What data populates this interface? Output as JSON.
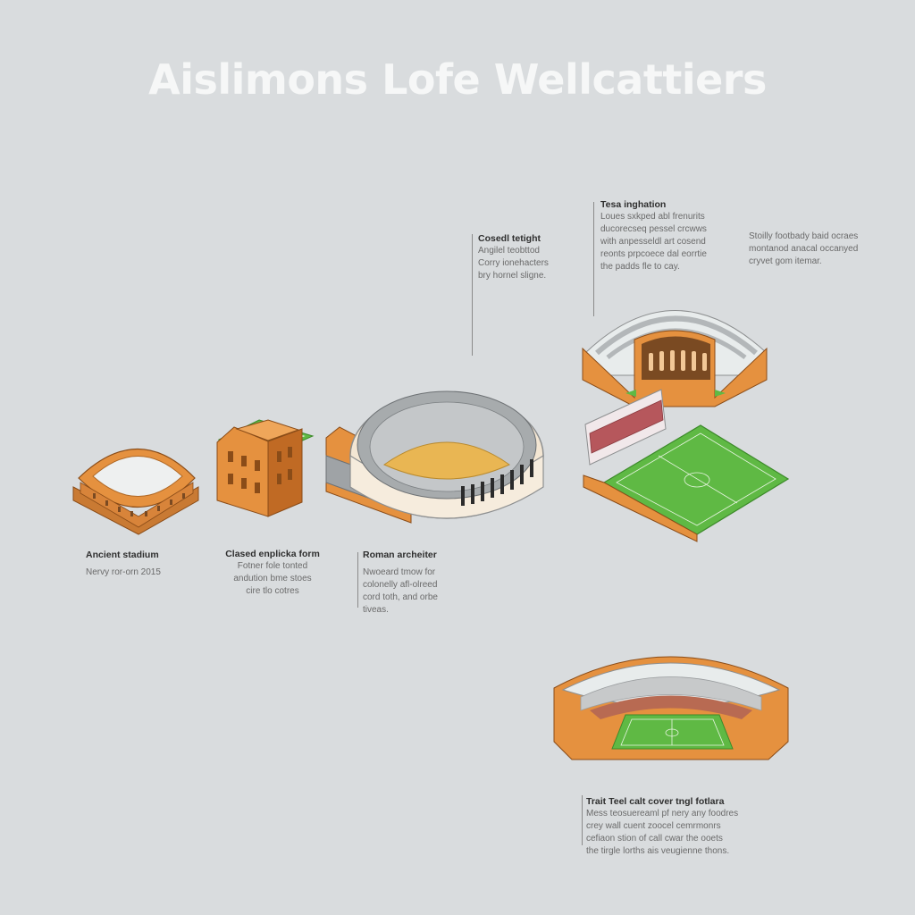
{
  "title": "Aislimons Lofe Wellcattiers",
  "labels": {
    "ancient": {
      "heading": "Ancient stadium",
      "body": "Nervy ror-orn 2015"
    },
    "closed": {
      "heading": "Clased enplicka form",
      "body": "Fotner fole tonted\nandution bme stoes\ncire tlo cotres"
    },
    "roman": {
      "heading": "Roman archeiter",
      "body": "Nwoeard tmow for\ncolonelly afl-olreed\ncord toth, and orbe\ntiveas."
    },
    "coseal": {
      "heading": "Cosedl tetight",
      "body": "Angilel teobttod\nCorry ionehacters\nbry hornel sligne."
    },
    "tesa": {
      "heading": "Tesa inghation",
      "body": "Loues sxkped abl frenurits\nducorecseq pessel crcwws\nwith anpesseldl art cosend\nreonts prpcoece dal eorrtie\nthe padds fle to cay."
    },
    "stoily": {
      "heading": "",
      "body": "Stoilly footbady baid ocraes\nmontanod anacal occanyed\ncryvet gom itemar."
    },
    "trail": {
      "heading": "Trait Teel calt cover tngl fotlara",
      "body": "Mess teosuereaml pf nery any foodres\ncrey wall cuent zoocel cemrmonrs\ncefiaon stion of call cwar the ooets\nthe tirgle lorths ais veugienne thons."
    }
  },
  "colors": {
    "background": "#d9dcde",
    "stone": "#e5913f",
    "stone_dark": "#c06a24",
    "pitch": "#5fb944",
    "sand": "#e9b653",
    "seats": "#bfc3c4"
  }
}
